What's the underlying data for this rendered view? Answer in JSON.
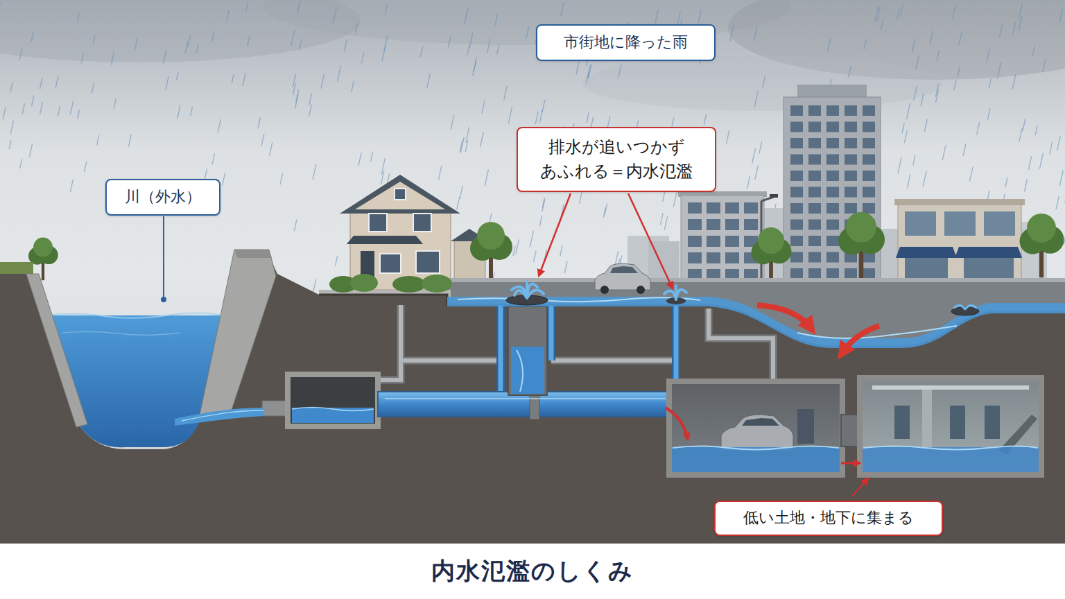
{
  "diagram": {
    "title": "内水氾濫のしくみ",
    "nodes": [
      {
        "text": [
          "市街地に降った雨"
        ]
      },
      {
        "text": [
          "川（外水）"
        ]
      },
      {
        "text": [
          "排水が追いつかず あふれる＝内水氾濫"
        ]
      },
      {
        "text": [
          "低い土地・地下に集まる"
        ]
      }
    ]
  }
}
